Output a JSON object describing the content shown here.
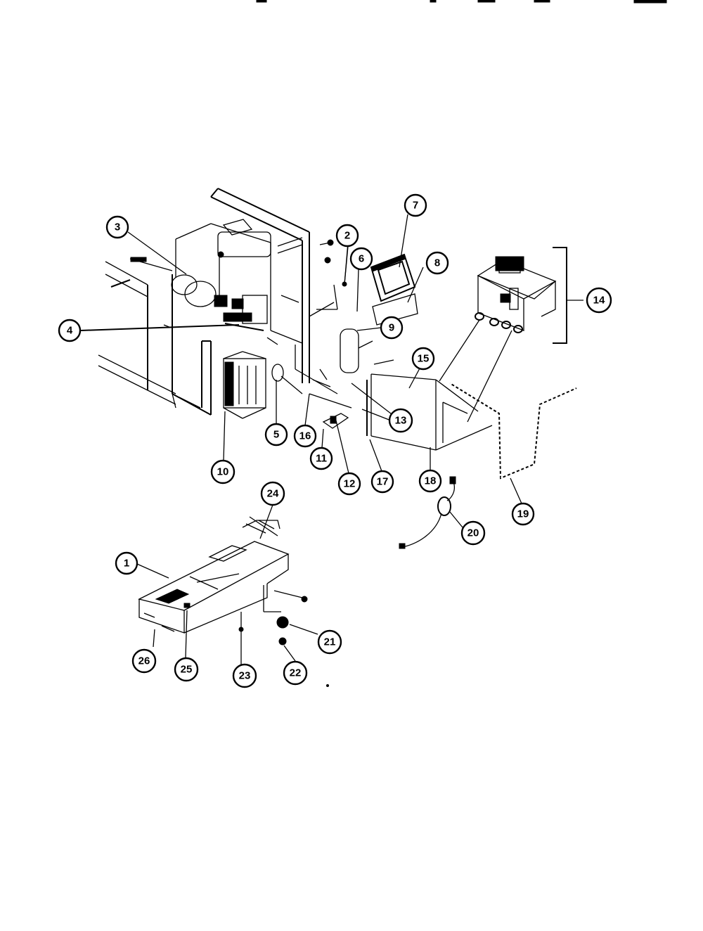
{
  "callouts": [
    {
      "id": "c3",
      "label": "3"
    },
    {
      "id": "c2",
      "label": "2"
    },
    {
      "id": "c6",
      "label": "6"
    },
    {
      "id": "c7",
      "label": "7"
    },
    {
      "id": "c8",
      "label": "8"
    },
    {
      "id": "c9",
      "label": "9"
    },
    {
      "id": "c14",
      "label": "14"
    },
    {
      "id": "c4",
      "label": "4"
    },
    {
      "id": "c15",
      "label": "15"
    },
    {
      "id": "c13",
      "label": "13"
    },
    {
      "id": "c5",
      "label": "5"
    },
    {
      "id": "c16",
      "label": "16"
    },
    {
      "id": "c11",
      "label": "11"
    },
    {
      "id": "c12",
      "label": "12"
    },
    {
      "id": "c17",
      "label": "17"
    },
    {
      "id": "c18",
      "label": "18"
    },
    {
      "id": "c10",
      "label": "10"
    },
    {
      "id": "c19",
      "label": "19"
    },
    {
      "id": "c24",
      "label": "24"
    },
    {
      "id": "c1",
      "label": "1"
    },
    {
      "id": "c20",
      "label": "20"
    },
    {
      "id": "c21",
      "label": "21"
    },
    {
      "id": "c26",
      "label": "26"
    },
    {
      "id": "c25",
      "label": "25"
    },
    {
      "id": "c23",
      "label": "23"
    },
    {
      "id": "c22",
      "label": "22"
    }
  ]
}
